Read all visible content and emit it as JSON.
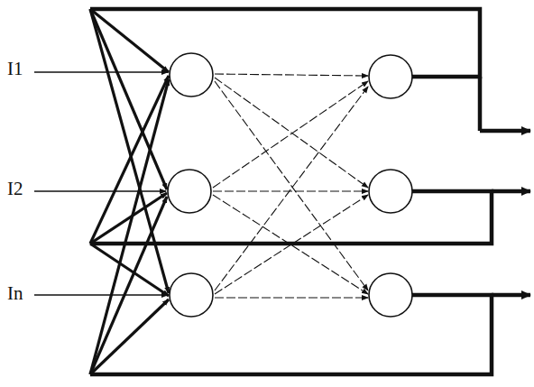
{
  "diagram": {
    "labels": [
      "I1",
      "I2",
      "In"
    ]
  }
}
